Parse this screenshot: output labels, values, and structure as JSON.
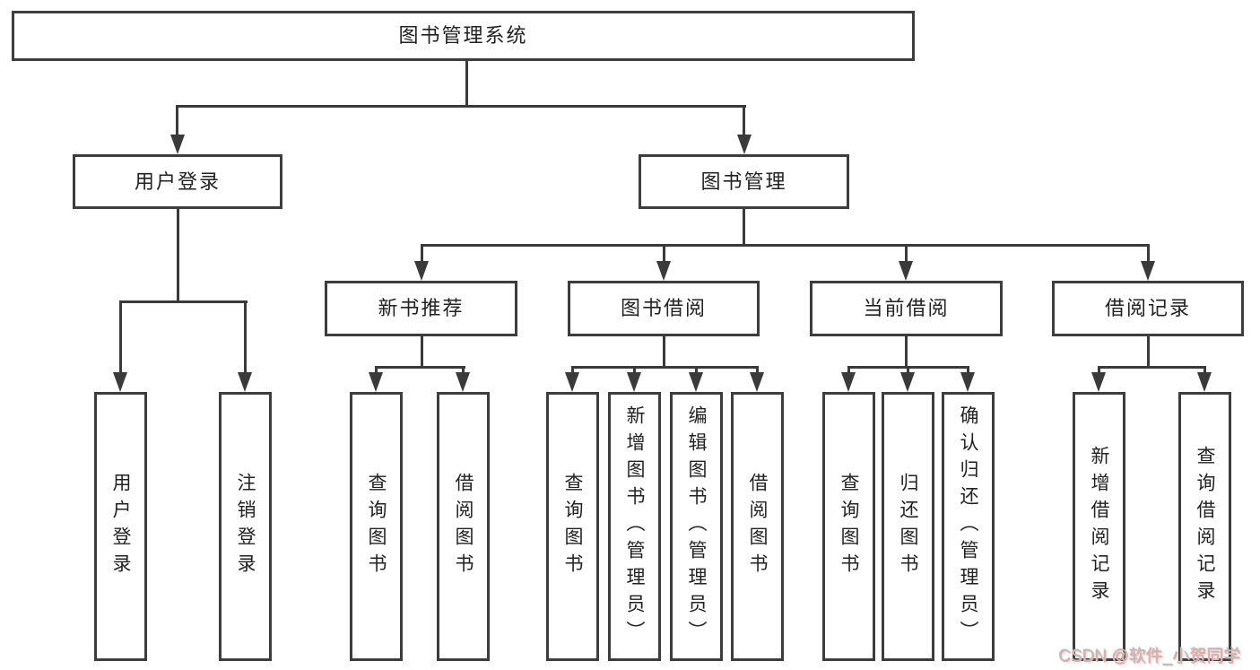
{
  "diagram": {
    "root": "图书管理系统",
    "level2": [
      "用户登录",
      "图书管理"
    ],
    "level3": [
      "新书推荐",
      "图书借阅",
      "当前借阅",
      "借阅记录"
    ],
    "leaves": {
      "user_login": [
        "用户登录",
        "注销登录"
      ],
      "new_book_recommend": [
        "查询图书",
        "借阅图书"
      ],
      "book_borrow": [
        "查询图书",
        "新增图书（管理员）",
        "编辑图书（管理员）",
        "借阅图书"
      ],
      "current_borrow": [
        "查询图书",
        "归还图书",
        "确认归还（管理员）"
      ],
      "borrow_records": [
        "新增借阅记录",
        "查询借阅记录"
      ]
    }
  },
  "watermark": "CSDN @软件_小贺同学",
  "colors": {
    "line": "#3a3a3a",
    "box_border": "#3d3d3d",
    "text": "#222222",
    "background": "#ffffff",
    "watermark_text": "#bdbdbd",
    "watermark_shadow": "#e05a5a"
  }
}
